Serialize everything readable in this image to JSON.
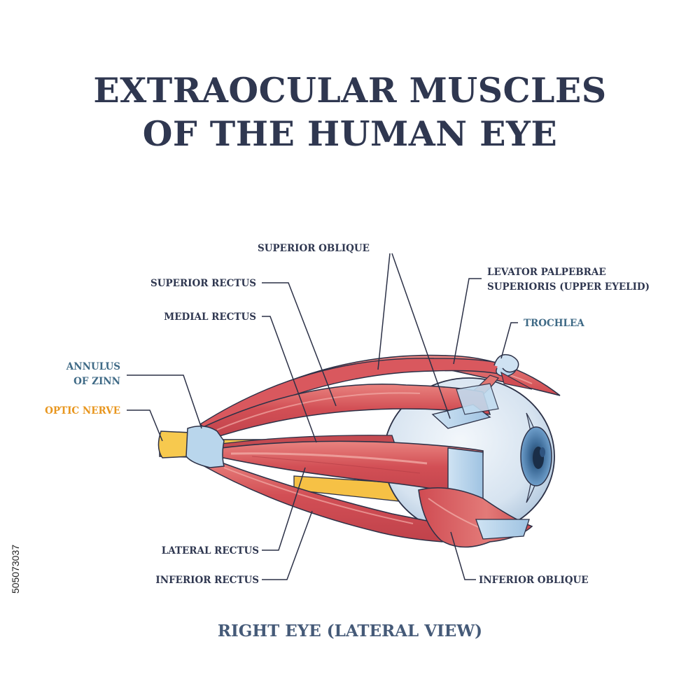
{
  "title": {
    "line1": "EXTRAOCULAR MUSCLES",
    "line2": "OF THE HUMAN EYE"
  },
  "caption": "RIGHT EYE (LATERAL VIEW)",
  "labels": {
    "superior_oblique": "SUPERIOR OBLIQUE",
    "levator_line1": "LEVATOR PALPEBRAE",
    "levator_line2": "SUPERIORIS (UPPER EYELID)",
    "trochlea": "TROCHLEA",
    "superior_rectus": "SUPERIOR RECTUS",
    "medial_rectus": "MEDIAL RECTUS",
    "annulus_line1": "ANNULUS",
    "annulus_line2": "OF ZINN",
    "optic_nerve": "OPTIC NERVE",
    "lateral_rectus": "LATERAL RECTUS",
    "inferior_rectus": "INFERIOR RECTUS",
    "inferior_oblique": "INFERIOR OBLIQUE"
  },
  "stock_id": "505073037",
  "colors": {
    "title": "#2f3750",
    "label_dark": "#2f3750",
    "label_teal": "#3f6a86",
    "label_orange": "#e8961e",
    "muscle": "#d8595d",
    "muscle_light": "#ee9a98",
    "tendon": "#b9d6ec",
    "eyeball": "#dde8f3",
    "iris": "#4d7fb0",
    "optic_nerve": "#f6c145"
  }
}
